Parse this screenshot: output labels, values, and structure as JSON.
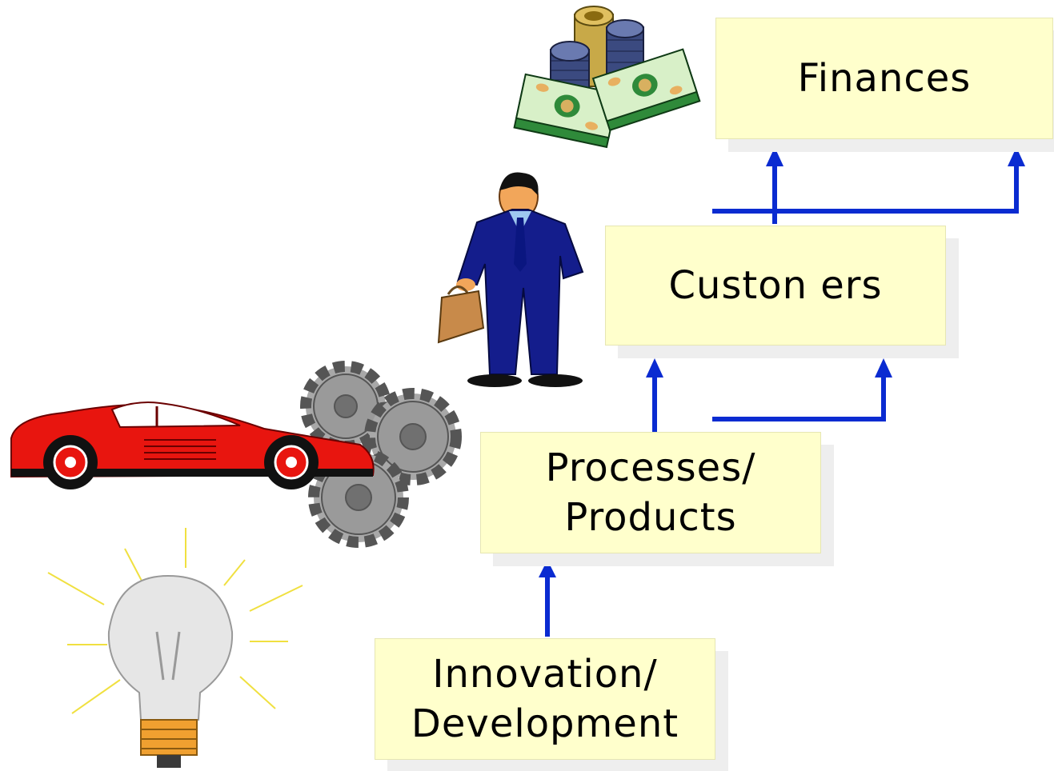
{
  "boxes": {
    "finances": {
      "lines": [
        "Finances"
      ]
    },
    "customers": {
      "lines": [
        "Custon ers"
      ]
    },
    "processes": {
      "lines": [
        "Processes/",
        "Products"
      ]
    },
    "innovation": {
      "lines": [
        "Innovation/",
        "Development"
      ]
    }
  },
  "colors": {
    "box_fill": "#ffffcc",
    "arrow": "#0a2bd1",
    "car": "#e8150f",
    "suit": "#141d8c"
  },
  "icons": [
    "money-icon",
    "businessman-icon",
    "sports-car-icon",
    "gears-icon",
    "lightbulb-icon"
  ]
}
